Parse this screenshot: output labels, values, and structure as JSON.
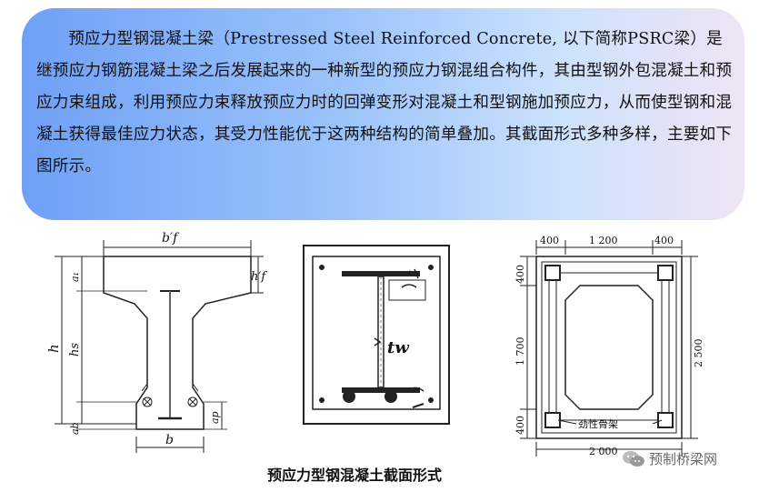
{
  "intro": {
    "text": "预应力型钢混凝土梁（Prestressed Steel Reinforced Concrete, 以下简称PSRC梁）是继预应力钢筋混凝土梁之后发展起来的一种新型的预应力钢混组合构件，其由型钢外包混凝土和预应力束组成，利用预应力束释放预应力时的回弹变形对混凝土和型钢施加预应力，从而使型钢和混凝土获得最佳应力状态，其受力性能优于这两种结构的简单叠加。其截面形式多种多样，主要如下图所示。"
  },
  "figure1": {
    "labels": {
      "bf": "b′f",
      "hf": "h′f",
      "a_top": "a₁",
      "h": "h",
      "hs": "hs",
      "a_b": "ab",
      "a_p": "ap",
      "b": "b"
    }
  },
  "figure2": {
    "labels": {
      "tw": "tw"
    }
  },
  "figure3": {
    "labels": {
      "top_left": "400",
      "top_mid": "1 200",
      "top_right": "400",
      "left_top": "400",
      "left_mid": "1 700",
      "left_bottom": "400",
      "right": "2 500",
      "skeleton": "劲性骨架",
      "bottom": "2 000"
    }
  },
  "caption": "预应力型钢混凝土截面形式",
  "watermark": {
    "text": "预制桥梁网",
    "icon": "wechat-icon"
  }
}
